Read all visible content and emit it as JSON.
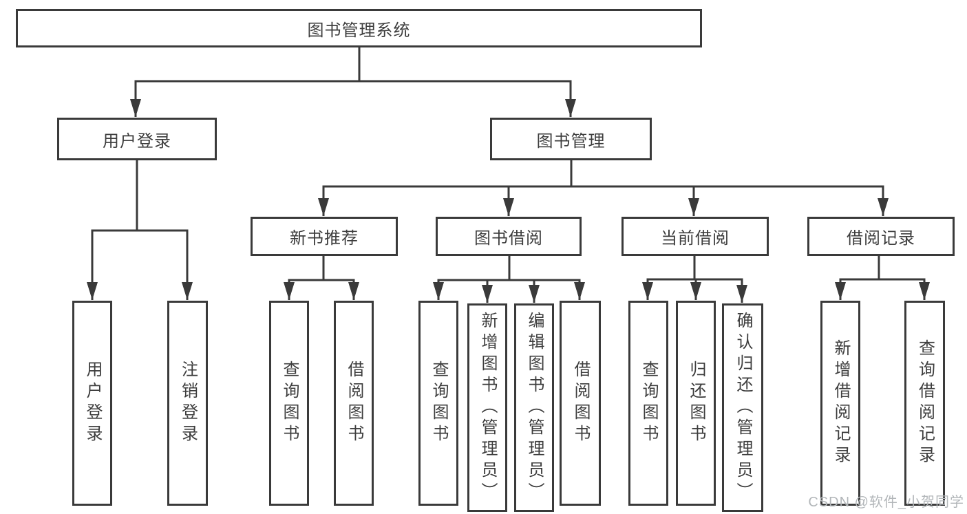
{
  "tree": {
    "root": {
      "label": "图书管理系统",
      "children": [
        {
          "label": "用户登录",
          "children": [
            {
              "label": "用户登录"
            },
            {
              "label": "注销登录"
            }
          ]
        },
        {
          "label": "图书管理",
          "children": [
            {
              "label": "新书推荐",
              "children": [
                {
                  "label": "查询图书"
                },
                {
                  "label": "借阅图书"
                }
              ]
            },
            {
              "label": "图书借阅",
              "children": [
                {
                  "label": "查询图书"
                },
                {
                  "label": "新增图书（管理员）"
                },
                {
                  "label": "编辑图书（管理员）"
                },
                {
                  "label": "借阅图书"
                }
              ]
            },
            {
              "label": "当前借阅",
              "children": [
                {
                  "label": "查询图书"
                },
                {
                  "label": "归还图书"
                },
                {
                  "label": "确认归还（管理员）"
                }
              ]
            },
            {
              "label": "借阅记录",
              "children": [
                {
                  "label": "新增借阅记录"
                },
                {
                  "label": "查询借阅记录"
                }
              ]
            }
          ]
        }
      ]
    }
  },
  "watermark": {
    "text": "CSDN @软件_小贺同学"
  },
  "colors": {
    "line": "#3a3a3a",
    "text": "#3d3d3d",
    "background": "#ffffff",
    "watermark": "#b2b6b9"
  }
}
